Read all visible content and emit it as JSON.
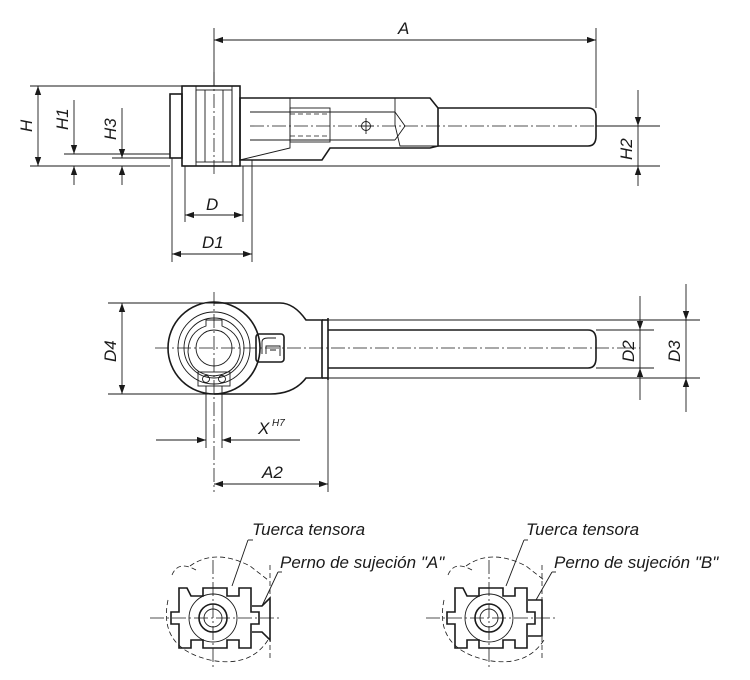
{
  "dimensions": {
    "a": "A",
    "h": "H",
    "h1": "H1",
    "h2": "H2",
    "h3": "H3",
    "d": "D",
    "d1": "D1",
    "d2": "D2",
    "d3": "D3",
    "d4": "D4",
    "x": "X",
    "x_tolerance": "H7",
    "a2": "A2"
  },
  "details": {
    "left": {
      "nut_label": "Tuerca tensora",
      "bolt_label": "Perno de sujeción \"A\""
    },
    "right": {
      "nut_label": "Tuerca tensora",
      "bolt_label": "Perno de sujeción \"B\""
    }
  },
  "colors": {
    "line": "#1a1a1a",
    "background": "#ffffff"
  }
}
